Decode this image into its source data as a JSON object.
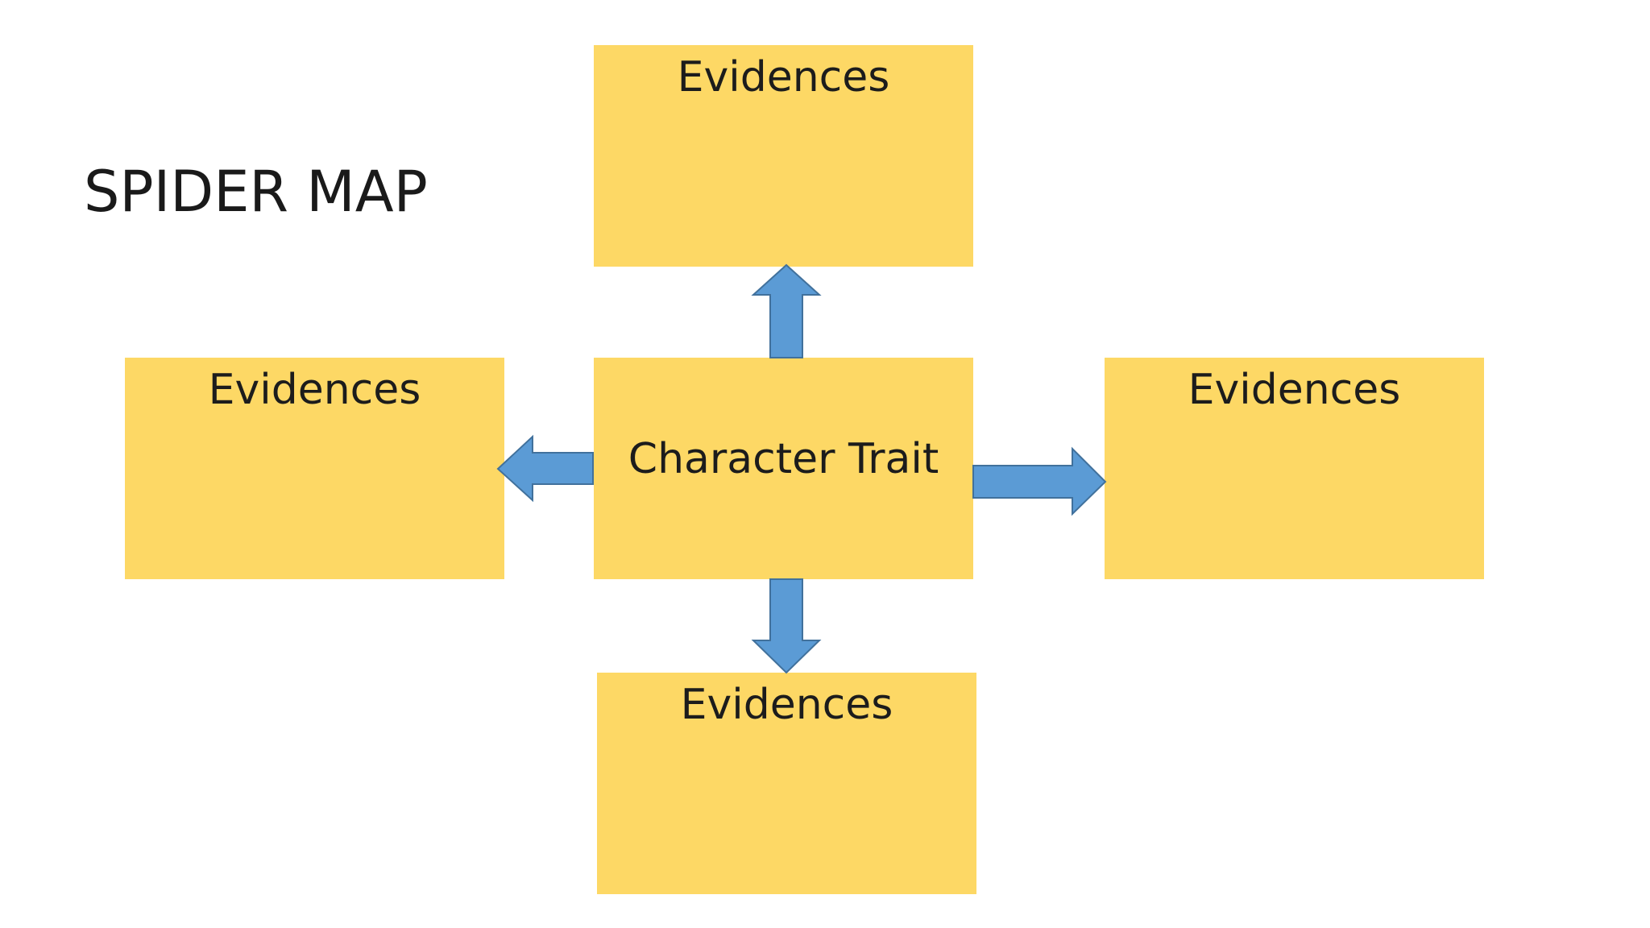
{
  "title": "SPIDER MAP",
  "center": {
    "label": "Character Trait"
  },
  "branches": {
    "top": {
      "label": "Evidences"
    },
    "left": {
      "label": "Evidences"
    },
    "right": {
      "label": "Evidences"
    },
    "bottom": {
      "label": "Evidences"
    }
  },
  "colors": {
    "box_fill": "#fdd865",
    "arrow_fill": "#5b9bd5",
    "arrow_stroke": "#41719c",
    "text": "#1c1c1c"
  }
}
